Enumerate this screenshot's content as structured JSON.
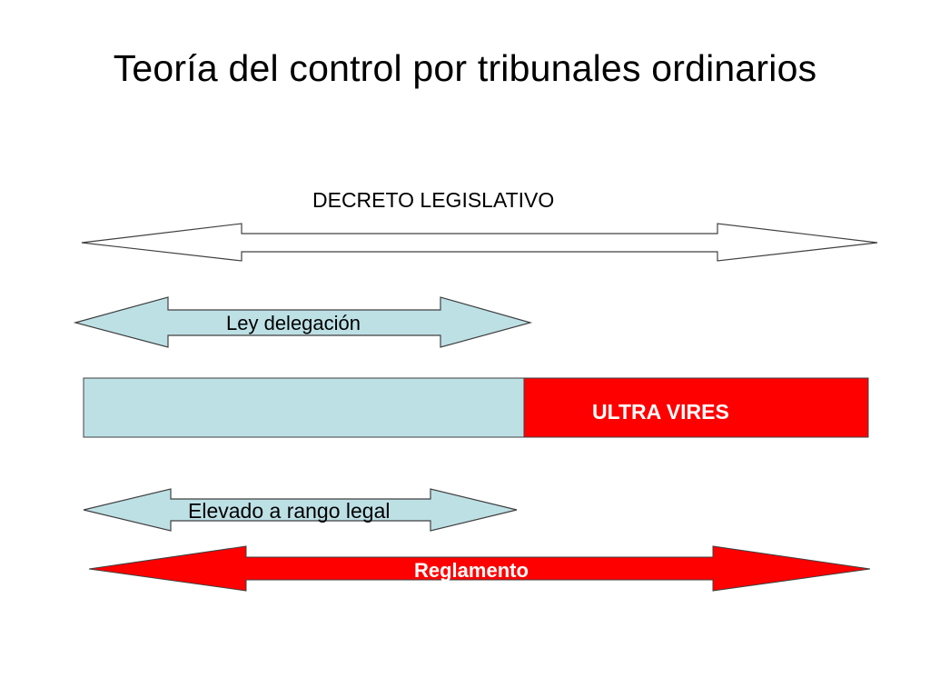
{
  "slide": {
    "title": "Teoría del control por tribunales ordinarios"
  },
  "diagram": {
    "decreto_label": "DECRETO LEGISLATIVO",
    "ley_label": "Ley delegación",
    "ultra_vires_label": "ULTRA VIRES",
    "elevado_label": "Elevado a rango legal",
    "reglamento_label": "Reglamento"
  },
  "colors": {
    "light_blue": "#bde0e5",
    "red": "#ff0000",
    "outline": "#404040",
    "white": "#ffffff"
  }
}
